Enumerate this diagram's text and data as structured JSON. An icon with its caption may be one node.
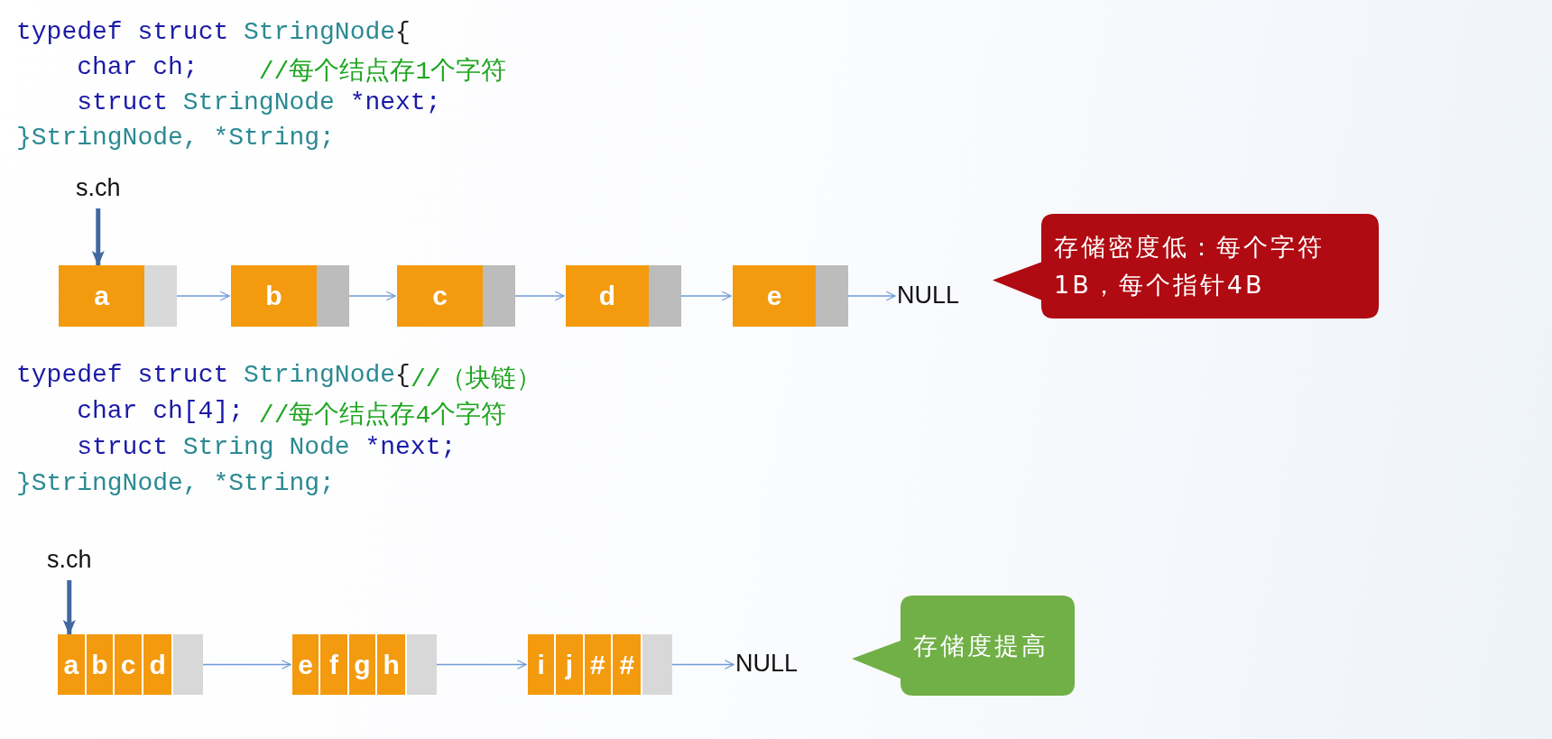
{
  "diagram": {
    "nodes": [
      {
        "text": [
          "s.ch"
        ]
      },
      {
        "text": [
          "a"
        ]
      },
      {
        "text": [
          "b"
        ]
      },
      {
        "text": [
          "c"
        ]
      },
      {
        "text": [
          "d"
        ]
      },
      {
        "text": [
          "e"
        ]
      },
      {
        "text": [
          "NULL"
        ]
      },
      {
        "text": [
          "存储密度低：每个字符1B，每个指针4B"
        ]
      },
      {
        "text": [
          "s.ch"
        ]
      },
      {
        "text": [
          "a",
          "b",
          "c",
          "d"
        ]
      },
      {
        "text": [
          "e",
          "f",
          "g",
          "h"
        ]
      },
      {
        "text": [
          "i",
          "j",
          "#",
          "#"
        ]
      },
      {
        "text": [
          "NULL"
        ]
      },
      {
        "text": [
          "存储度提高"
        ]
      }
    ],
    "edges": [
      {
        "from": 0,
        "to": 1,
        "arrow": "to",
        "style": "thick",
        "color": "#41689f"
      },
      {
        "from": 1,
        "to": 2,
        "arrow": "to"
      },
      {
        "from": 2,
        "to": 3,
        "arrow": "to"
      },
      {
        "from": 3,
        "to": 4,
        "arrow": "to"
      },
      {
        "from": 4,
        "to": 5,
        "arrow": "to"
      },
      {
        "from": 5,
        "to": 6,
        "arrow": "to"
      },
      {
        "from": 8,
        "to": 9,
        "arrow": "to",
        "style": "thick",
        "color": "#41689f"
      },
      {
        "from": 9,
        "to": 10,
        "arrow": "to"
      },
      {
        "from": 10,
        "to": 11,
        "arrow": "to"
      },
      {
        "from": 11,
        "to": 12,
        "arrow": "to"
      }
    ],
    "labels": [
      "typedef struct",
      "StringNode",
      "{",
      "char ch;",
      "//每个结点存1个字符",
      "struct",
      "StringNode",
      "*next;",
      "}StringNode, *String;",
      "typedef struct",
      "StringNode",
      "{",
      "//（块链）",
      "char ch[4];",
      "//每个结点存4个字符",
      "struct",
      "String Node",
      "*next;",
      "}StringNode, *String;"
    ]
  }
}
